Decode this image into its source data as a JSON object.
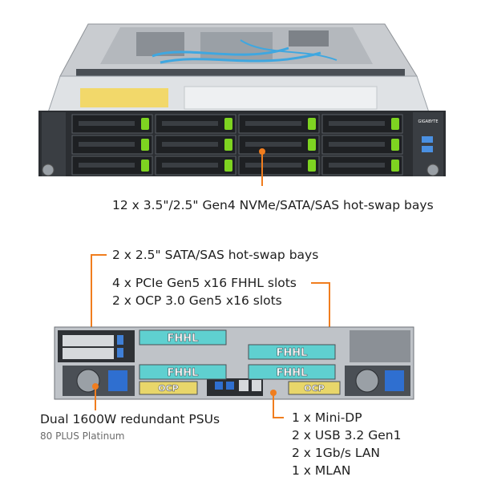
{
  "front": {
    "brand": "GIGABYTE",
    "bays_label": "12 x 3.5\"/2.5\" Gen4 NVMe/SATA/SAS  hot-swap bays"
  },
  "rear": {
    "small_bays_label": "2 x 2.5\" SATA/SAS hot-swap bays",
    "pcie_label": "4 x PCIe Gen5 x16 FHHL slots",
    "ocp_label": "2 x OCP 3.0 Gen5 x16 slots",
    "psu_label": "Dual 1600W redundant PSUs",
    "psu_sub": "80 PLUS Platinum",
    "io_lines": [
      "1 x Mini-DP",
      "2 x USB 3.2 Gen1",
      "2 x 1Gb/s LAN",
      "1 x MLAN"
    ],
    "slot_text": "FHHL",
    "ocp_text": "OCP"
  },
  "colors": {
    "accent": "#f07d1e",
    "slot": "#5fd0d0",
    "ocp": "#e8d66a",
    "led": "#7ed321"
  }
}
